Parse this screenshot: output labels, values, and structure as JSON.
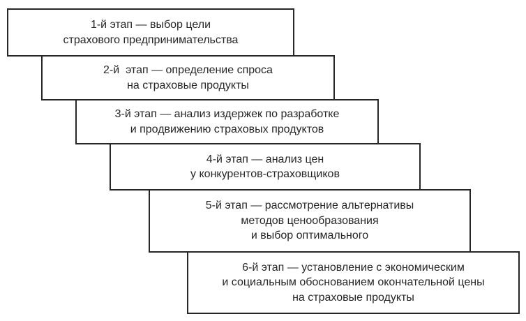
{
  "diagram": {
    "type": "staircase-flow",
    "language": "ru",
    "stages": [
      {
        "label": "1-й этап — выбор цели\nстрахового предпринимательства"
      },
      {
        "label": "2-й  этап — определение спроса\nна страховые продукты"
      },
      {
        "label": "3-й этап — анализ издержек по разработке\nи продвижению страховых продуктов"
      },
      {
        "label": "4-й этап — анализ цен\nу конкурентов-страховщиков"
      },
      {
        "label": "5-й этап — рассмотрение альтернативы\nметодов ценообразования\nи выбор оптимального"
      },
      {
        "label": "6-й этап — установление с экономическим\nи социальным обоснованием окончательной цены\nна страховые продукты"
      }
    ]
  },
  "colors": {
    "background": "#ffffff",
    "box_fill": "#ffffff",
    "line": "#262626",
    "text": "#262626"
  }
}
